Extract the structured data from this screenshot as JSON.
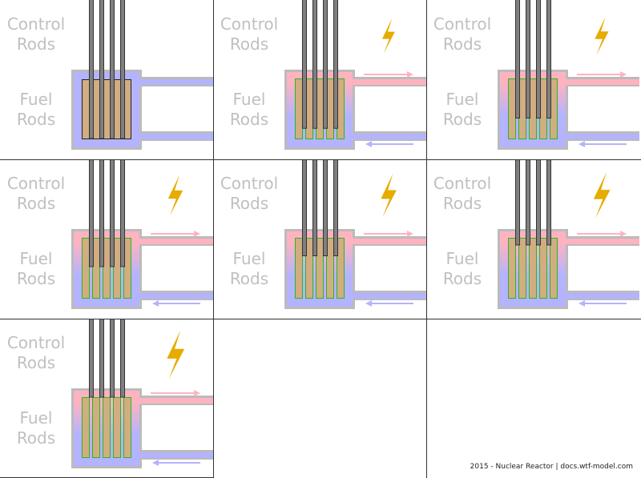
{
  "labels": {
    "control": "Control",
    "rods": "Rods",
    "fuel": "Fuel"
  },
  "footer": "2015 - Nuclear Reactor | docs.wtf-model.com",
  "colors": {
    "cold": "#b3b3ff",
    "hot": "#ffb3c0",
    "fuel": "#d2ad80",
    "fuel_border_cold": "#222222",
    "fuel_border_active": "#22bb22",
    "rod": "#808080",
    "rod_border": "#333333",
    "pipe_border": "#bbbbbb",
    "bolt": "#e6ac00",
    "label": "#c0c0c0"
  },
  "panels": [
    {
      "stage": 1,
      "rod_insertion": 1.0,
      "active": false,
      "power": 0
    },
    {
      "stage": 2,
      "rod_insertion": 0.83,
      "active": true,
      "power": 0.45
    },
    {
      "stage": 3,
      "rod_insertion": 0.66,
      "active": true,
      "power": 0.55
    },
    {
      "stage": 4,
      "rod_insertion": 0.48,
      "active": true,
      "power": 0.65
    },
    {
      "stage": 5,
      "rod_insertion": 0.3,
      "active": true,
      "power": 0.75
    },
    {
      "stage": 6,
      "rod_insertion": 0.12,
      "active": true,
      "power": 0.85
    },
    {
      "stage": 7,
      "rod_insertion": 0.0,
      "active": true,
      "power": 0.95
    }
  ]
}
